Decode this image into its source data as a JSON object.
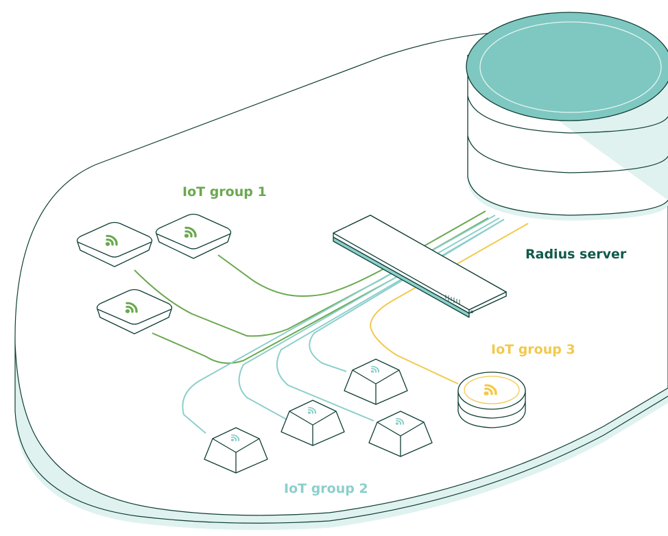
{
  "labels": {
    "group1": "IoT group 1",
    "group2": "IoT group 2",
    "group3": "IoT group 3",
    "server": "Radius server"
  },
  "colors": {
    "outline": "#0d3d33",
    "platform_shadow": "#dff2ef",
    "green": "#6aa84f",
    "teal": "#8ccfcb",
    "yellow": "#f2c94c",
    "server_top": "#7ec8c1",
    "server_dark": "#0f5a4a"
  },
  "icons": {
    "group1": "wifi-icon",
    "group2": "wifi-icon",
    "group3": "wifi-icon"
  }
}
